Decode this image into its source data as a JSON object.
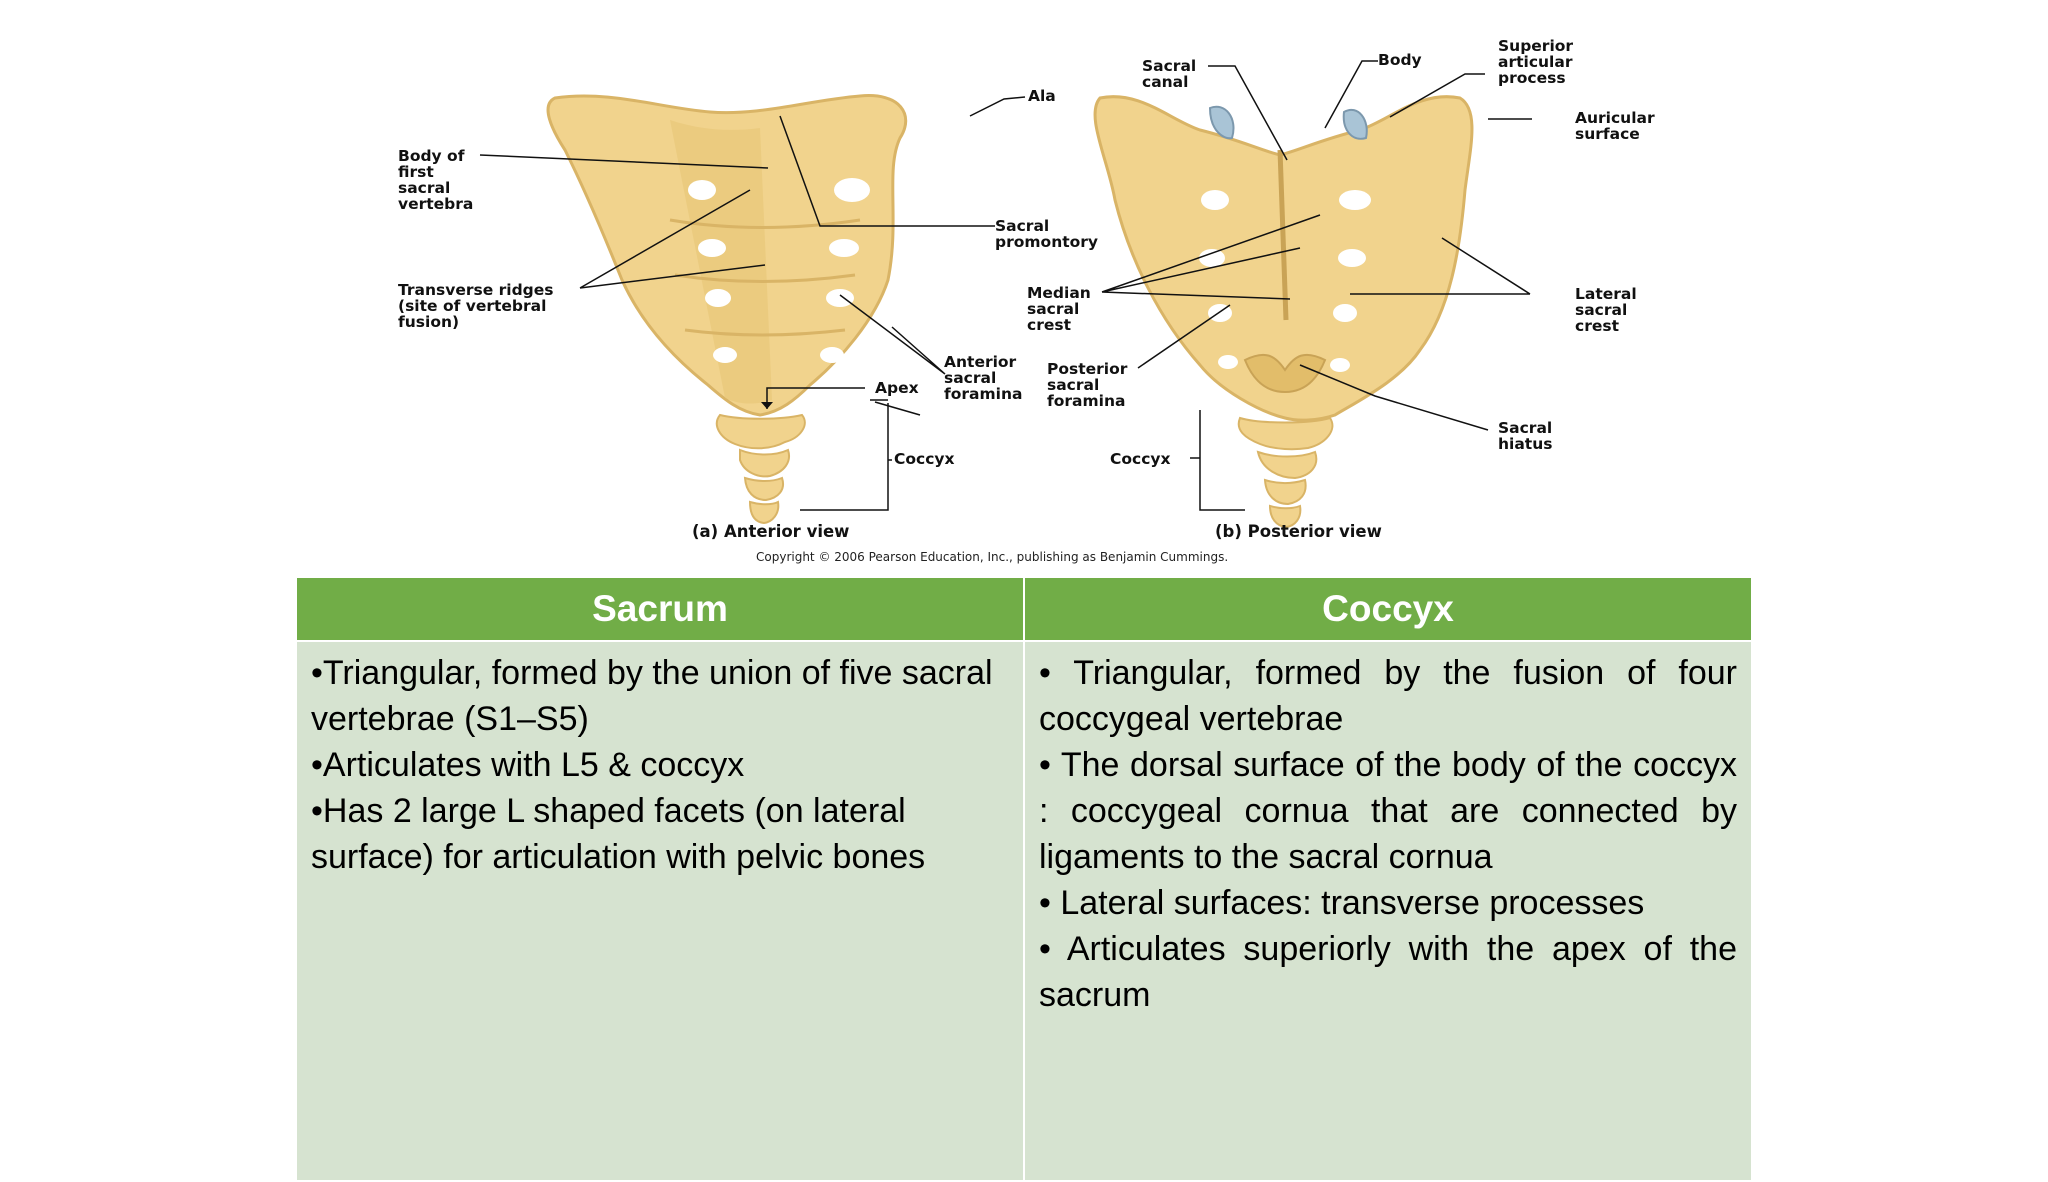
{
  "figure": {
    "anterior": {
      "labels": {
        "body_first_sacral": "Body of\nfirst\nsacral\nvertebra",
        "transverse_ridges": "Transverse ridges\n(site of vertebral\nfusion)",
        "ala": "Ala",
        "sacral_promontory": "Sacral\npromontory",
        "anterior_foramina": "Anterior\nsacral\nforamina",
        "apex": "Apex",
        "coccyx": "Coccyx"
      },
      "caption": "(a)  Anterior view"
    },
    "posterior": {
      "labels": {
        "sacral_canal": "Sacral\ncanal",
        "body": "Body",
        "superior_articular": "Superior\narticular\nprocess",
        "auricular_surface": "Auricular\nsurface",
        "median_crest": "Median\nsacral\ncrest",
        "lateral_crest": "Lateral\nsacral\ncrest",
        "posterior_foramina": "Posterior\nsacral\nforamina",
        "sacral_hiatus": "Sacral\nhiatus",
        "coccyx": "Coccyx"
      },
      "caption": "(b)  Posterior view"
    },
    "copyright": "Copyright © 2006 Pearson Education, Inc., publishing as Benjamin Cummings.",
    "colors": {
      "bone": "#f1d38d",
      "bone_shadow": "#d9b466",
      "foramen": "#ffffff",
      "facet": "#a9c4d6"
    }
  },
  "table": {
    "headers": [
      "Sacrum",
      "Coccyx"
    ],
    "sacrum": [
      "•Triangular, formed by the union of five sacral vertebrae (S1–S5)",
      "•Articulates with L5 & coccyx",
      "•Has 2 large L shaped facets (on lateral surface) for articulation with pelvic bones"
    ],
    "coccyx": [
      "• Triangular, formed by the fusion of four coccygeal vertebrae",
      "• The dorsal surface of the body of the coccyx : coccygeal cornua that are connected by ligaments to the sacral cornua",
      "• Lateral surfaces: transverse processes",
      "• Articulates superiorly with the apex of the sacrum"
    ],
    "colors": {
      "header": "#71ad47",
      "cell": "#d6e3d0"
    }
  }
}
